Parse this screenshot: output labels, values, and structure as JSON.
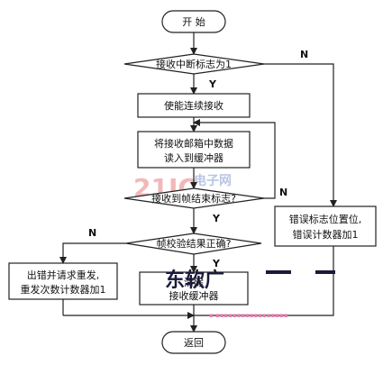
{
  "nodes": {
    "start": "开 始",
    "check_interrupt": "接收中断标志为1",
    "enable_rx": "使能连续接收",
    "copy_mailbox_1": "将接收邮箱中数据",
    "copy_mailbox_2": "读入到缓冲器",
    "check_frame_end": "接收到帧结束标志?",
    "check_verify": "帧校验结果正确?",
    "error_flag_1": "错误标志位置位,",
    "error_flag_2": "错误计数器加1",
    "resend_1": "出错并请求重发,",
    "resend_2": "重发次数计数器加1",
    "clear_buffer_1": "清除",
    "clear_buffer_2": "接收缓冲器",
    "return": "返回"
  },
  "branches": {
    "yes": "Y",
    "no": "N"
  },
  "watermarks": {
    "site_logo": "21IC",
    "site_tag": "电子网",
    "overlay_text": "东软广",
    "pink_text": "▪ ▪▪▪▪▪▪▪▪▪▪▪▪▪▪▪▪▪"
  },
  "colors": {
    "stroke": "#222222",
    "text": "#111111"
  }
}
